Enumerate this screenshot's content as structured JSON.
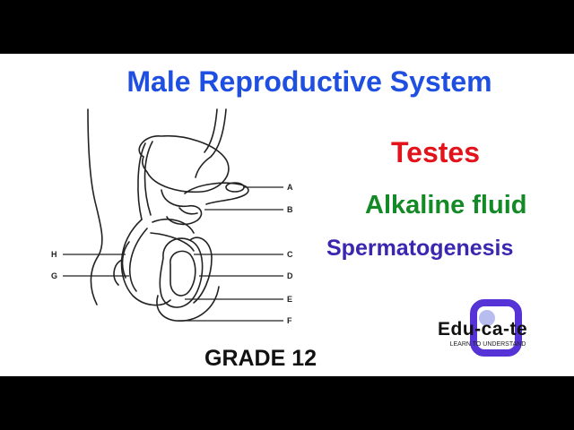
{
  "title": "Male Reproductive System",
  "keywords": [
    "Testes",
    "Alkaline fluid",
    "Spermatogenesis"
  ],
  "footer": {
    "grade": "GRADE 12"
  },
  "diagram": {
    "labels": [
      "A",
      "B",
      "C",
      "D",
      "E",
      "F",
      "G",
      "H"
    ]
  },
  "logo": {
    "name": "Edu-ca-te",
    "tagline": "LEARN TO UNDERSTAND",
    "accent": "#5533d6"
  },
  "colors": {
    "title": "#1f4fe0",
    "testes": "#e3131b",
    "alkaline": "#138a26",
    "spermatogenesis": "#3a26b0"
  }
}
